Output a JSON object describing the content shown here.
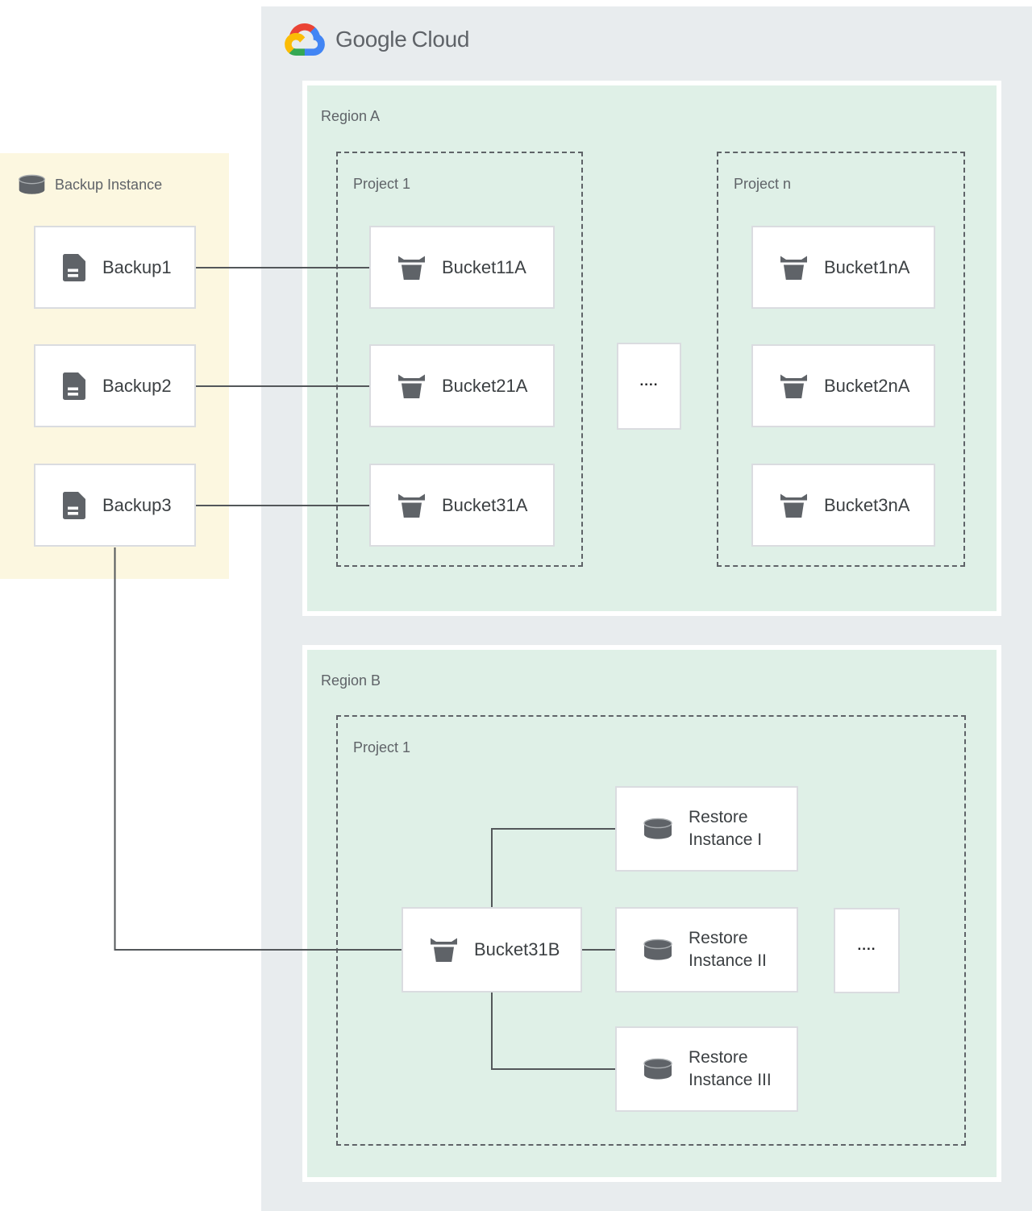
{
  "logo": {
    "part1": "Google",
    "part2": "Cloud",
    "icon": "google-cloud-icon"
  },
  "backup_panel": {
    "title": "Backup Instance",
    "title_icon": "database-icon",
    "item_icon": "document-icon",
    "items": [
      "Backup1",
      "Backup2",
      "Backup3"
    ]
  },
  "region_a": {
    "title": "Region A",
    "project1": {
      "title": "Project 1",
      "bucket_icon": "storage-bucket-icon",
      "buckets": [
        "Bucket11A",
        "Bucket21A",
        "Bucket31A"
      ]
    },
    "ellipsis": "....",
    "project_n": {
      "title": "Project n",
      "bucket_icon": "storage-bucket-icon",
      "buckets": [
        "Bucket1nA",
        "Bucket2nA",
        "Bucket3nA"
      ]
    }
  },
  "region_b": {
    "title": "Region B",
    "project1": {
      "title": "Project 1",
      "bucket": "Bucket31B",
      "bucket_icon": "storage-bucket-icon",
      "restore_icon": "database-icon",
      "ellipsis": "....",
      "restore_instances": [
        {
          "line1": "Restore",
          "line2": "Instance I"
        },
        {
          "line1": "Restore",
          "line2": "Instance II"
        },
        {
          "line1": "Restore",
          "line2": "Instance III"
        }
      ]
    }
  },
  "colors": {
    "panel_gray": "#e8ecee",
    "region_green": "#dff0e7",
    "backup_yellow": "#fcf7e0",
    "node_border": "#dadce0",
    "dashed_border": "#5f6368",
    "connector": "#53575a",
    "heading_text": "#5f6368",
    "node_text": "#3c4043",
    "icon_gray": "#5f6368",
    "logo_blue": "#4285F4",
    "logo_red": "#EA4335",
    "logo_yellow": "#FBBC05",
    "logo_green": "#34A853"
  }
}
